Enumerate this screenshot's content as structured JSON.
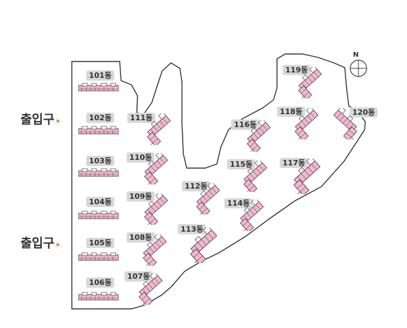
{
  "entrances": [
    {
      "label": "출입구",
      "arrow": "▸"
    },
    {
      "label": "출입구",
      "arrow": "▸"
    }
  ],
  "buildings": [
    {
      "id": "b101",
      "label": "101동",
      "shape": "horizontal"
    },
    {
      "id": "b102",
      "label": "102동",
      "shape": "horizontal"
    },
    {
      "id": "b103",
      "label": "103동",
      "shape": "horizontal"
    },
    {
      "id": "b104",
      "label": "104동",
      "shape": "horizontal"
    },
    {
      "id": "b105",
      "label": "105동",
      "shape": "horizontal"
    },
    {
      "id": "b106",
      "label": "106동",
      "shape": "horizontal"
    },
    {
      "id": "b107",
      "label": "107동",
      "shape": "l-shape"
    },
    {
      "id": "b108",
      "label": "108동",
      "shape": "l-shape"
    },
    {
      "id": "b109",
      "label": "109동",
      "shape": "l-shape"
    },
    {
      "id": "b110",
      "label": "110동",
      "shape": "l-shape"
    },
    {
      "id": "b111",
      "label": "111동",
      "shape": "l-shape"
    },
    {
      "id": "b112",
      "label": "112동",
      "shape": "l-shape"
    },
    {
      "id": "b113",
      "label": "113동",
      "shape": "l-shape"
    },
    {
      "id": "b114",
      "label": "114동",
      "shape": "l-shape"
    },
    {
      "id": "b115",
      "label": "115동",
      "shape": "l-shape"
    },
    {
      "id": "b116",
      "label": "116동",
      "shape": "l-shape"
    },
    {
      "id": "b117",
      "label": "117동",
      "shape": "l-shape"
    },
    {
      "id": "b118",
      "label": "118동",
      "shape": "l-shape"
    },
    {
      "id": "b119",
      "label": "119동",
      "shape": "l-shape"
    },
    {
      "id": "b120",
      "label": "120동",
      "shape": "l-shape-mirrored"
    }
  ],
  "compass": {
    "label": "N",
    "icon": "compass-icon"
  },
  "colors": {
    "building_fill": "#f4b6cf",
    "building_stroke": "#444444",
    "label_bg": "#d8d8d8",
    "entrance_arrow": "#f0801e",
    "boundary": "#333333"
  }
}
